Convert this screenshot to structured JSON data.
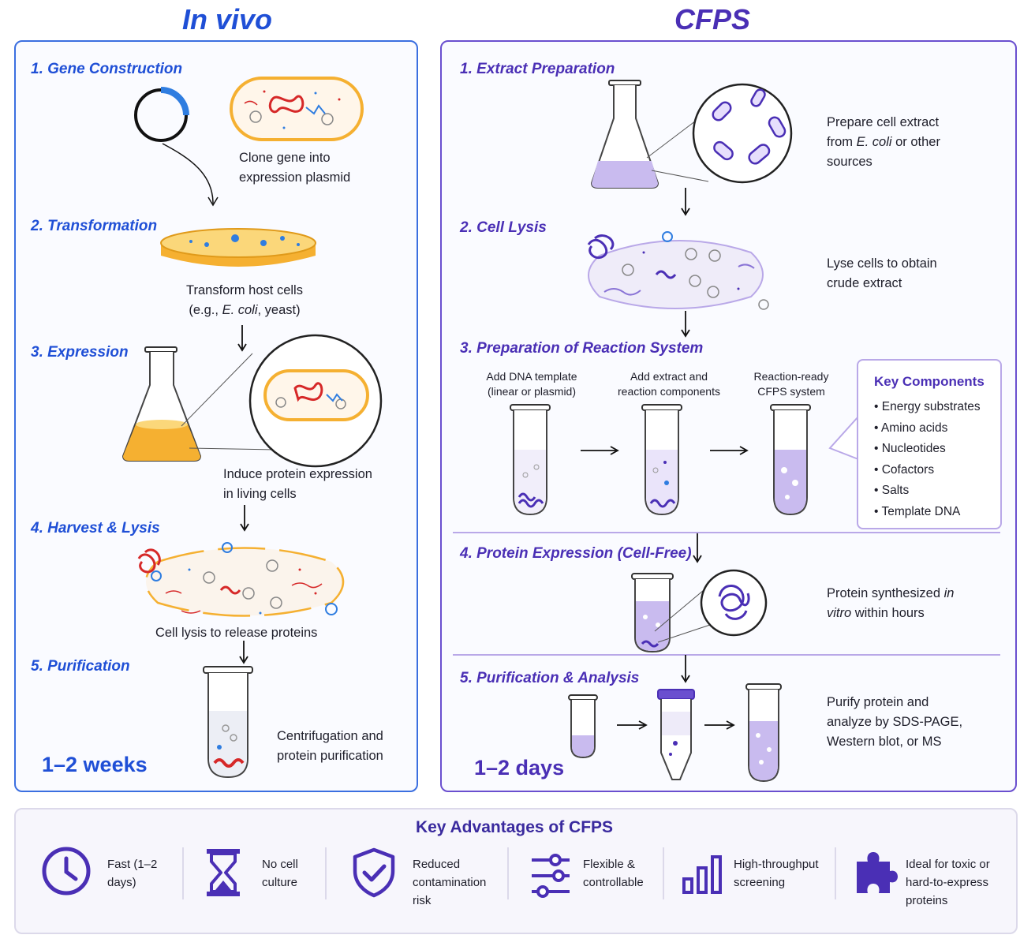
{
  "invivo": {
    "title": "In vivo",
    "steps": [
      {
        "title": "1. Gene Construction",
        "desc": "Clone gene into expression plasmid"
      },
      {
        "title": "2. Transformation",
        "desc_line1": "Transform host cells",
        "desc_pre": "(e.g., ",
        "desc_em": "E. coli",
        "desc_post": ", yeast)"
      },
      {
        "title": "3. Expression",
        "desc": "Induce protein expression in living cells"
      },
      {
        "title": "4. Harvest & Lysis",
        "desc": "Cell lysis to release proteins"
      },
      {
        "title": "5. Purification",
        "desc": "Centrifugation and protein purification"
      }
    ],
    "duration": "1–2 weeks"
  },
  "cfps": {
    "title": "CFPS",
    "steps": [
      {
        "title": "1. Extract Preparation",
        "desc_pre": "Prepare cell extract from ",
        "desc_em": "E. coli",
        "desc_post": " or other sources"
      },
      {
        "title": "2. Cell Lysis",
        "desc": "Lyse cells to obtain crude extract"
      },
      {
        "title": "3. Preparation of Reaction System",
        "tubes": [
          "Add DNA template (linear or plasmid)",
          "Add extract and reaction components",
          "Reaction-ready CFPS system"
        ]
      },
      {
        "title": "4. Protein Expression (Cell-Free)",
        "desc_pre": "Protein synthesized ",
        "desc_em": "in vitro",
        "desc_post": " within hours"
      },
      {
        "title": "5. Purification & Analysis",
        "desc": "Purify protein and analyze by SDS-PAGE, Western blot, or MS"
      }
    ],
    "key_components": {
      "title": "Key Components",
      "items": [
        "Energy substrates",
        "Amino acids",
        "Nucleotides",
        "Cofactors",
        "Salts",
        "Template DNA"
      ]
    },
    "duration": "1–2 days"
  },
  "advantages": {
    "title": "Key Advantages of CFPS",
    "items": [
      {
        "icon": "clock-icon",
        "label": "Fast (1–2 days)"
      },
      {
        "icon": "hourglass-icon",
        "label": "No cell culture"
      },
      {
        "icon": "shield-check-icon",
        "label": "Reduced contamination risk"
      },
      {
        "icon": "sliders-icon",
        "label": "Flexible & controllable"
      },
      {
        "icon": "bar-chart-icon",
        "label": "High-throughput screening"
      },
      {
        "icon": "puzzle-icon",
        "label": "Ideal for toxic or hard-to-express proteins"
      }
    ]
  },
  "colors": {
    "invivo_accent": "#1f4fd6",
    "cfps_accent": "#4a2fb5",
    "culture_orange": "#f5b031",
    "extract_lavender": "#c9bbef"
  }
}
